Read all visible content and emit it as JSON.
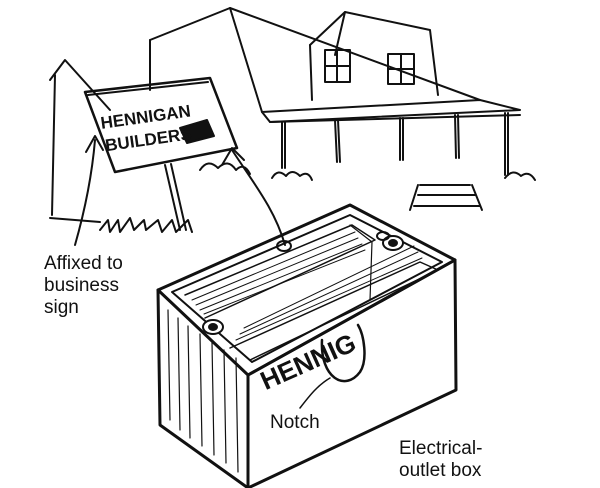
{
  "sign": {
    "line1": "HENNIGAN",
    "line2": "BUILDERS"
  },
  "box_lettering": "HENNIG",
  "labels": {
    "affixed": [
      "Affixed to",
      "business",
      "sign"
    ],
    "notch": "Notch",
    "outlet": [
      "Electrical-",
      "outlet box"
    ]
  },
  "colors": {
    "ink": "#111111",
    "paper": "#ffffff"
  }
}
